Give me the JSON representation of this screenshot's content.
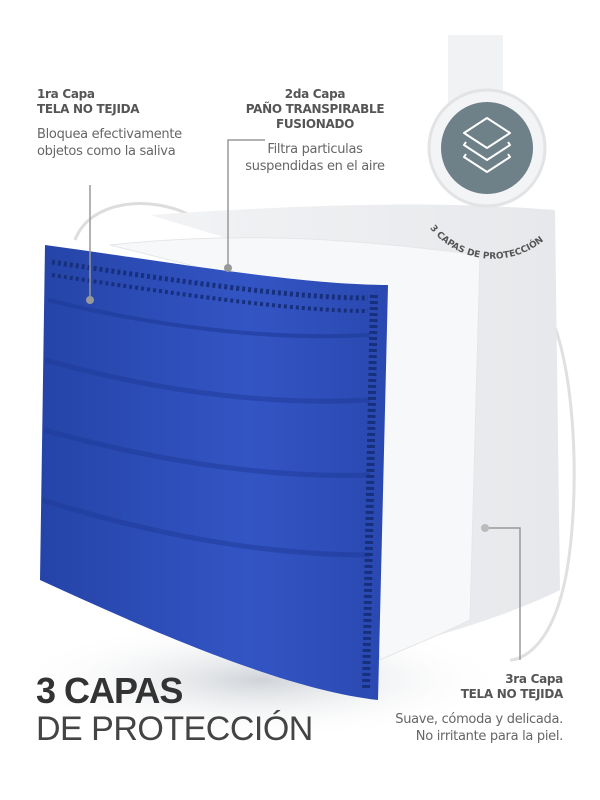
{
  "layer1": {
    "label": "1ra Capa",
    "name": "TELA NO TEJIDA",
    "description_lines": [
      "Bloquea efectivamente",
      "objetos como la saliva"
    ]
  },
  "layer2": {
    "label": "2da Capa",
    "name_lines": [
      "PAÑO TRANSPIRABLE",
      "FUSIONADO"
    ],
    "description_lines": [
      "Filtra particulas",
      "suspendidas en el aire"
    ]
  },
  "layer3": {
    "label": "3ra Capa",
    "name": "TELA NO TEJIDA",
    "description_lines": [
      "Suave, cómoda y delicada.",
      "No irritante para la piel."
    ]
  },
  "badge": {
    "icon": "layers-icon",
    "text": "3 CAPAS DE PROTECCIÓN",
    "color": "#6e8088"
  },
  "title": {
    "line1": "3 CAPAS",
    "line2": "DE PROTECCIÓN"
  },
  "colors": {
    "mask_blue": "#2f4fb8",
    "text": "#555555"
  }
}
